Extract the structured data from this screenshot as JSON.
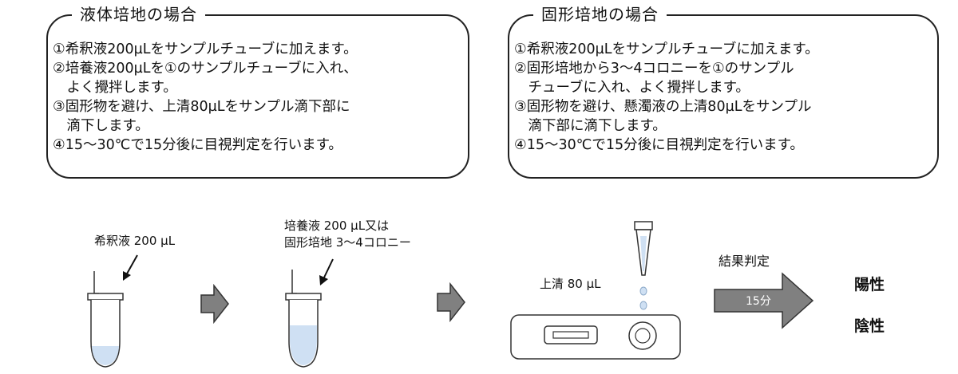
{
  "liquid_panel": {
    "title": "液体培地の場合",
    "steps": [
      "①希釈液200µLをサンプルチューブに加えます。",
      "②培養液200µLを①のサンプルチューブに入れ、",
      "　よく攪拌します。",
      "③固形物を避け、上清80µLをサンプル滴下部に",
      "　滴下します。",
      "④15～30℃で15分後に目視判定を行います。"
    ]
  },
  "solid_panel": {
    "title": "固形培地の場合",
    "steps": [
      "①希釈液200µLをサンプルチューブに加えます。",
      "②固形培地から3～4コロニーを①のサンプル",
      "　チューブに入れ、よく攪拌します。",
      "③固形物を避け、懸濁液の上清80µLをサンプル",
      "　滴下部に滴下します。",
      "④15～30℃で15分後に目視判定を行います。"
    ]
  },
  "flow": {
    "diluent_label": "希釈液 200 µL",
    "sample_label_line1": "培養液 200 µL又は",
    "sample_label_line2": "固形培地 3～4コロニー",
    "supernatant_label": "上清 80 µL",
    "judgement_label": "結果判定",
    "time_label": "15分",
    "positive": "陽性",
    "negative": "陰性"
  },
  "colors": {
    "liquid": "#cfe0f3",
    "arrow_fill": "#808080",
    "outline": "#333333"
  }
}
